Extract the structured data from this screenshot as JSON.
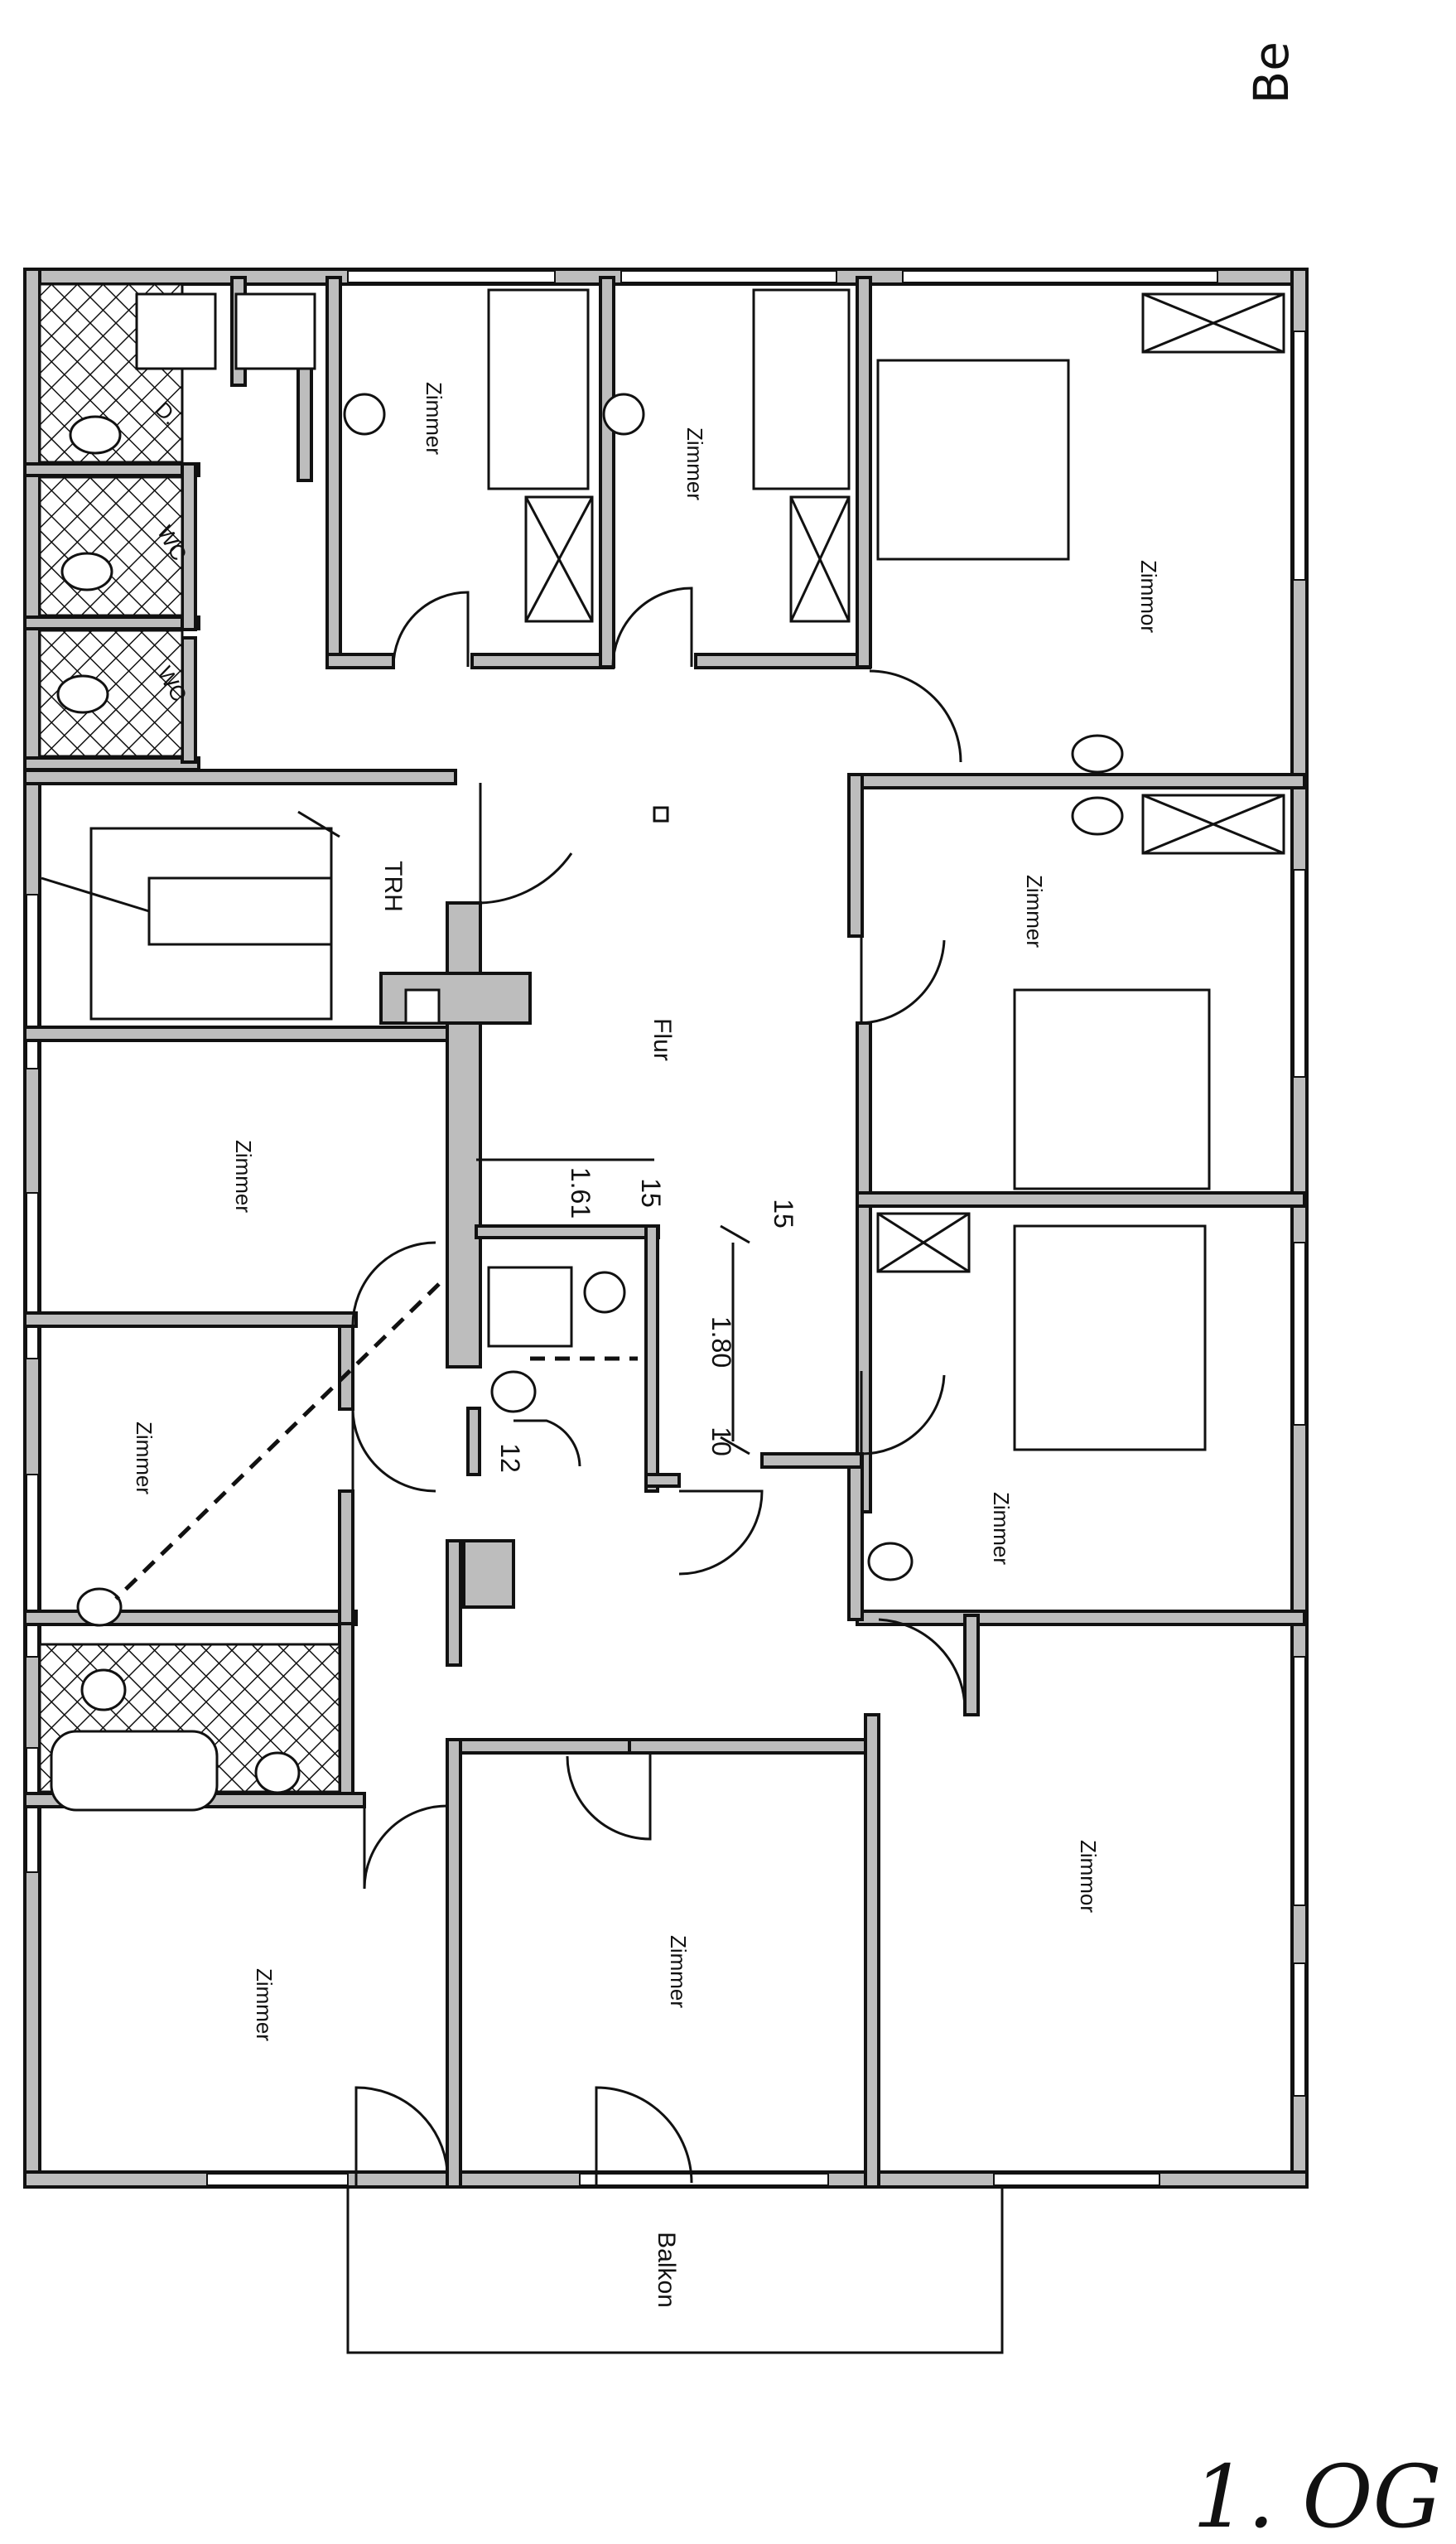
{
  "corner_text": "Be",
  "floor_label": "1. OG",
  "rooms": {
    "zimmer_top_1": "Zimmer",
    "zimmer_top_2": "Zimmer",
    "zimmer_top_right": "Zimmor",
    "trh": "TRH",
    "flur": "Flur",
    "zimmer_mid_right_1": "Zimmer",
    "zimmer_mid_right_2": "Zimmer",
    "zimmer_left_1": "Zimmer",
    "zimmer_left_2": "Zimmer",
    "zimmer_bottom_left": "Zimmer",
    "zimmer_bottom_mid": "Zimmer",
    "zimmer_bottom_right": "Zimmor",
    "balkon": "Balkon"
  },
  "fixtures": {
    "dusche": "D.",
    "wc_1": "WC",
    "wc_2": "WC"
  },
  "dimensions": {
    "d1": "1.61",
    "d2": "15",
    "d3": "15",
    "d4": "1.80",
    "d5": "10",
    "d6": "12"
  }
}
